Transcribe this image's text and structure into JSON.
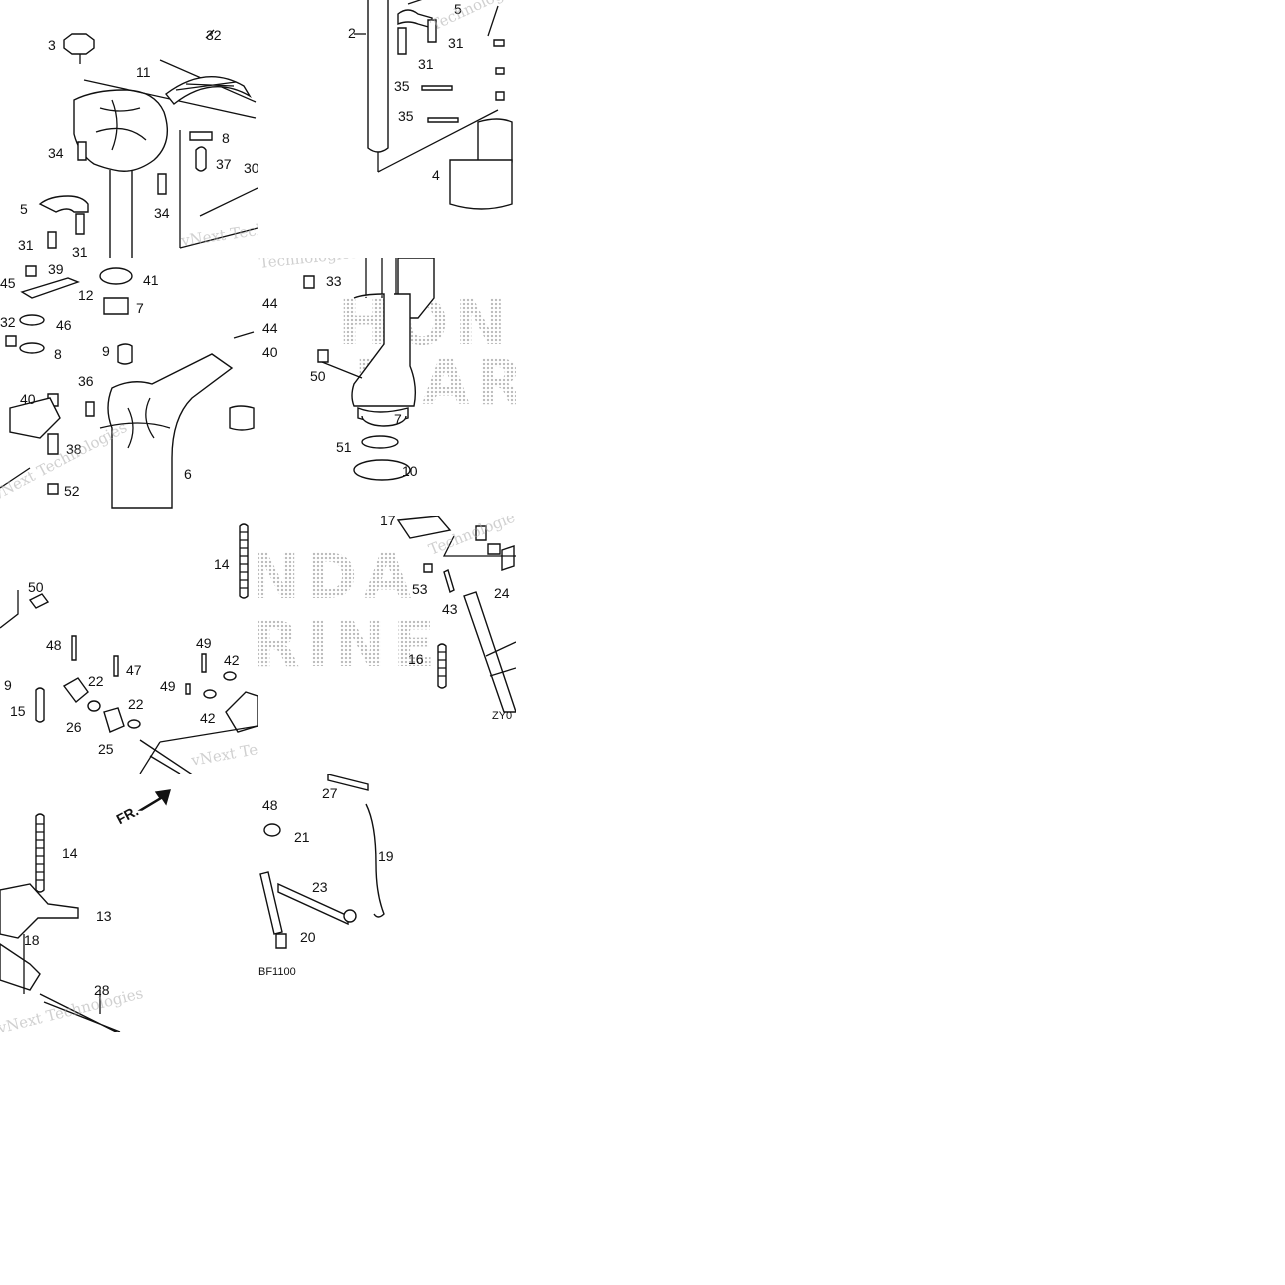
{
  "tiles": {
    "t1": {
      "labels": [
        "3",
        "32",
        "11",
        "8",
        "37",
        "34",
        "34",
        "5",
        "31",
        "31",
        "30"
      ],
      "watermark": "vNext Technologies"
    },
    "t2": {
      "labels": [
        "2",
        "5",
        "31",
        "31",
        "35",
        "35",
        "4"
      ],
      "watermark": "Technologies"
    },
    "t3": {
      "labels": [
        "39",
        "41",
        "45",
        "12",
        "7",
        "32",
        "46",
        "8",
        "9",
        "40",
        "36",
        "38",
        "6",
        "52",
        "44",
        "44",
        "40"
      ],
      "watermark": "vNext Technologies"
    },
    "t4": {
      "labels": [
        "33",
        "50",
        "7",
        "51",
        "10"
      ],
      "brand_line1": "HON",
      "brand_line2": "MAR",
      "watermark": "Technologies"
    },
    "t5": {
      "labels": [
        "14",
        "50",
        "48",
        "47",
        "49",
        "42",
        "9",
        "22",
        "15",
        "26",
        "22",
        "25",
        "49",
        "42"
      ],
      "brand_line1": "NDA",
      "brand_line2": "RINE",
      "watermark": "vNext Technologies"
    },
    "t6": {
      "labels": [
        "17",
        "53",
        "43",
        "24",
        "16"
      ],
      "diagram_code": "ZY0",
      "watermark": "Technologies"
    },
    "t7": {
      "labels": [
        "14",
        "13",
        "18",
        "28"
      ],
      "direction": "FR.",
      "watermark": "vNext Technologies"
    },
    "t8": {
      "labels": [
        "27",
        "48",
        "21",
        "19",
        "23",
        "20"
      ],
      "diagram_code": "BF1100"
    }
  },
  "colors": {
    "line": "#111111",
    "watermark": "#aaaaaa",
    "background": "#ffffff"
  }
}
